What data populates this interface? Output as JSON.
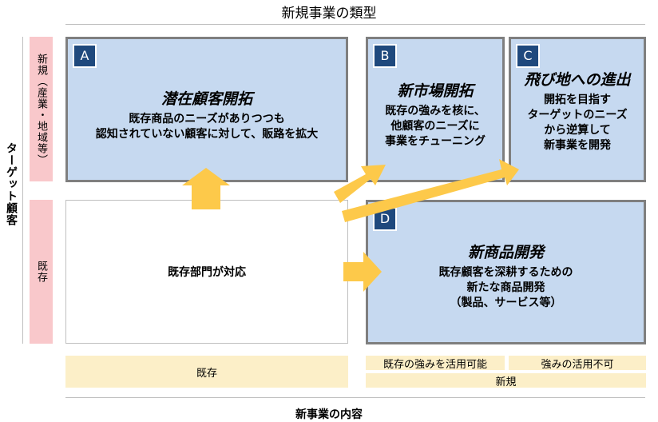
{
  "title": "新規事業の類型",
  "y_axis_label": "ターゲット顧客",
  "x_axis_label": "新事業の内容",
  "rows": {
    "new": "新規（産業・地域等）",
    "existing": "既存"
  },
  "boxes": {
    "A": {
      "badge": "A",
      "heading": "潜在顧客開拓",
      "desc": "既存商品のニーズがありつつも\n認知されていない顧客に対して、販路を拡大"
    },
    "B": {
      "badge": "B",
      "heading": "新市場開拓",
      "desc": "既存の強みを核に、\n他顧客のニーズに\n事業をチューニング"
    },
    "C": {
      "badge": "C",
      "heading": "飛び地への進出",
      "desc": "開拓を目指す\nターゲットのニーズ\nから逆算して\n新事業を開発"
    },
    "D": {
      "badge": "D",
      "heading": "新商品開発",
      "desc": "既存顧客を深耕するための\n新たな商品開発\n（製品、サービス等）"
    },
    "existing": {
      "text": "既存部門が対応"
    }
  },
  "columns": {
    "existing": "既存",
    "strength_usable": "既存の強みを活用可能",
    "strength_unusable": "強みの活用不可",
    "new": "新規"
  },
  "colors": {
    "box": "#c6d9f0",
    "badge": "#1f497d",
    "arrow": "#fdc94a",
    "pink": "#f9c8cb",
    "beige": "#fcefc8"
  }
}
